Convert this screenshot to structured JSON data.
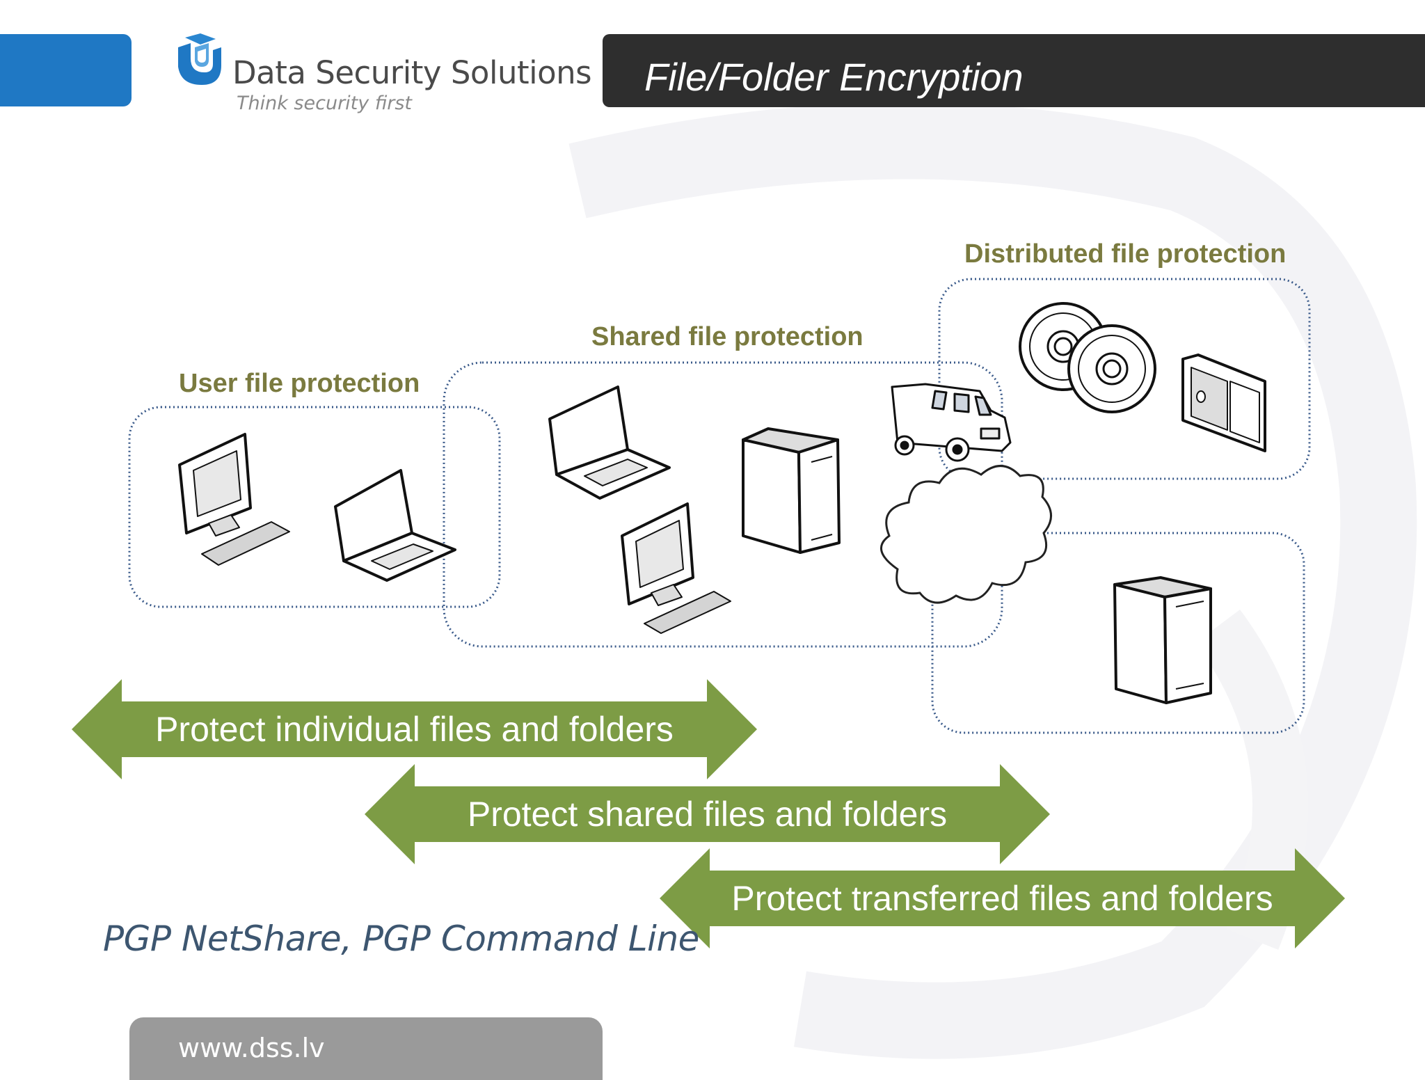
{
  "header": {
    "company": "Data Security Solutions",
    "tagline": "Think security first",
    "title": "File/Folder Encryption"
  },
  "diagram": {
    "groups": [
      {
        "label": "User file protection"
      },
      {
        "label": "Shared file protection"
      },
      {
        "label": "Distributed file protection"
      }
    ],
    "icons": [
      "desktop-computer-icon",
      "laptop-icon",
      "server-icon",
      "delivery-van-icon",
      "cd-disc-icon",
      "disc-case-icon",
      "cloud-icon"
    ]
  },
  "arrows": [
    {
      "label": "Protect individual files and folders"
    },
    {
      "label": "Protect shared files and folders"
    },
    {
      "label": "Protect transferred files and folders"
    }
  ],
  "products": "PGP NetShare, PGP Command Line",
  "footer": {
    "url": "www.dss.lv"
  },
  "colors": {
    "brand_blue": "#1f78c4",
    "title_bar": "#2e2e2e",
    "arrow_green": "#7d9c45",
    "label_olive": "#7a7a3f",
    "dotted_blue": "#3a5a8a",
    "footer_gray": "#9a9a9a",
    "products_text": "#3d5670"
  }
}
